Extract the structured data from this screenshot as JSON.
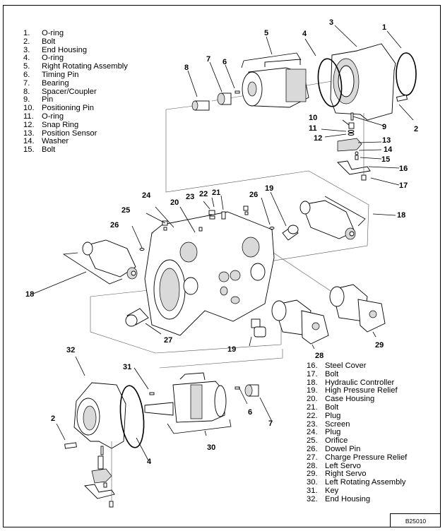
{
  "diagram": {
    "title": "Hydrostatic Pump Exploded View",
    "figure_id": "B25010",
    "legend_top": [
      {
        "num": "1.",
        "label": "O-ring"
      },
      {
        "num": "2.",
        "label": "Bolt"
      },
      {
        "num": "3.",
        "label": "End Housing"
      },
      {
        "num": "4.",
        "label": "O-ring"
      },
      {
        "num": "5.",
        "label": "Right Rotating Assembly"
      },
      {
        "num": "6.",
        "label": "Timing Pin"
      },
      {
        "num": "7.",
        "label": "Bearing"
      },
      {
        "num": "8.",
        "label": "Spacer/Coupler"
      },
      {
        "num": "9.",
        "label": "Pin"
      },
      {
        "num": "10.",
        "label": "Positioning Pin"
      },
      {
        "num": "11.",
        "label": "O-ring"
      },
      {
        "num": "12.",
        "label": "Snap Ring"
      },
      {
        "num": "13.",
        "label": "Position Sensor"
      },
      {
        "num": "14.",
        "label": "Washer"
      },
      {
        "num": "15.",
        "label": "Bolt"
      }
    ],
    "legend_bottom": [
      {
        "num": "16.",
        "label": "Steel Cover"
      },
      {
        "num": "17.",
        "label": "Bolt"
      },
      {
        "num": "18.",
        "label": "Hydraulic Controller"
      },
      {
        "num": "19.",
        "label": "High Pressure Relief"
      },
      {
        "num": "20.",
        "label": "Case Housing"
      },
      {
        "num": "21.",
        "label": "Bolt"
      },
      {
        "num": "22.",
        "label": "Plug"
      },
      {
        "num": "23.",
        "label": "Screen"
      },
      {
        "num": "24.",
        "label": "Plug"
      },
      {
        "num": "25.",
        "label": "Orifice"
      },
      {
        "num": "26.",
        "label": "Dowel Pin"
      },
      {
        "num": "27.",
        "label": "Charge Pressure Relief"
      },
      {
        "num": "28.",
        "label": "Left Servo"
      },
      {
        "num": "29.",
        "label": "Right Servo"
      },
      {
        "num": "30.",
        "label": "Left Rotating Assembly"
      },
      {
        "num": "31.",
        "label": "Key"
      },
      {
        "num": "32.",
        "label": "End Housing"
      }
    ],
    "callouts": {
      "c1": "1",
      "c2a": "2",
      "c3": "3",
      "c4a": "4",
      "c5": "5",
      "c6a": "6",
      "c7a": "7",
      "c8": "8",
      "c9": "9",
      "c10": "10",
      "c11": "11",
      "c12": "12",
      "c13": "13",
      "c14": "14",
      "c15": "15",
      "c16": "16",
      "c17": "17",
      "c18a": "18",
      "c18b": "18",
      "c19a": "19",
      "c19b": "19",
      "c20": "20",
      "c21": "21",
      "c22": "22",
      "c23": "23",
      "c24": "24",
      "c25": "25",
      "c26a": "26",
      "c26b": "26",
      "c27": "27",
      "c28": "28",
      "c29": "29",
      "c30": "30",
      "c31": "31",
      "c32": "32",
      "c2b": "2",
      "c4b": "4",
      "c6b": "6",
      "c7b": "7"
    }
  }
}
